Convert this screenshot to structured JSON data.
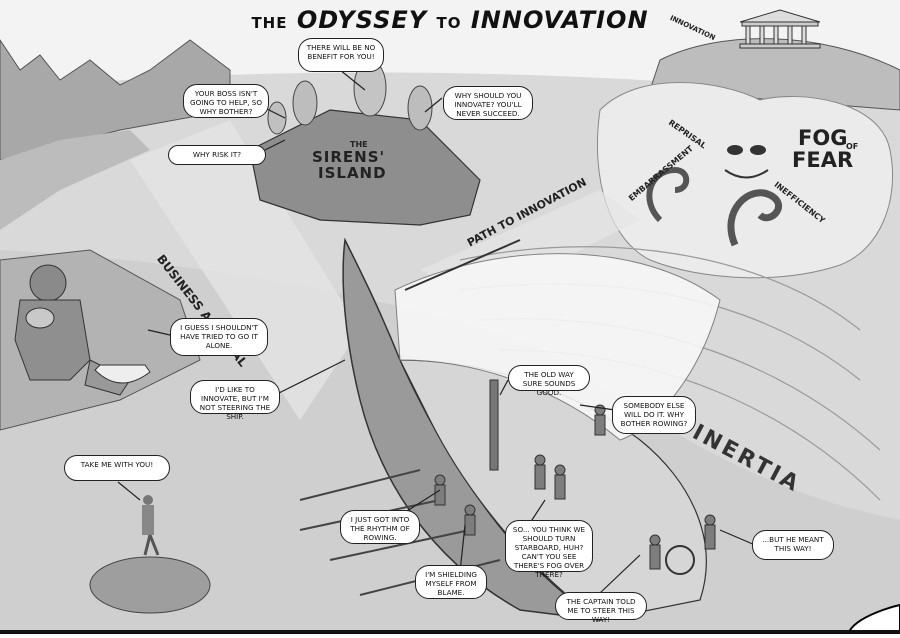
{
  "title": {
    "the": "THE",
    "odyssey": "ODYSSEY",
    "to": "TO",
    "innovation": "INNOVATION"
  },
  "labels": {
    "sirens_the": "THE",
    "sirens_name": "SIRENS'",
    "sirens_island": "ISLAND",
    "business_as_usual": "BUSINESS AS USUAL",
    "path_to_innovation": "PATH TO INNOVATION",
    "fog": "FOG",
    "of": "OF",
    "fear": "FEAR",
    "reprisal": "REPRISAL",
    "embarrassment": "EMBARRASSMENT",
    "inefficiency": "INEFFICIENCY",
    "innovation_temple": "INNOVATION",
    "inertia": "INERTIA"
  },
  "bubbles": {
    "no_benefit": "THERE WILL BE NO BENEFIT FOR YOU!",
    "boss": "YOUR BOSS ISN'T GOING TO HELP, SO WHY BOTHER?",
    "why_innovate": "WHY SHOULD YOU INNOVATE? YOU'LL NEVER SUCCEED.",
    "why_risk": "WHY RISK IT?",
    "go_alone": "I GUESS I SHOULDN'T HAVE TRIED TO GO IT ALONE.",
    "not_steering": "I'D LIKE TO INNOVATE, BUT I'M NOT STEERING THE SHIP.",
    "old_way": "THE OLD WAY SURE SOUNDS GOOD.",
    "somebody_else": "SOMEBODY ELSE WILL DO IT. WHY BOTHER ROWING?",
    "take_me": "TAKE ME WITH YOU!",
    "rhythm": "I JUST GOT INTO THE RHYTHM OF ROWING.",
    "starboard": "SO... YOU THINK WE SHOULD TURN STARBOARD, HUH? CAN'T YOU SEE THERE'S FOG OVER THERE?",
    "he_meant": "...BUT HE MEANT THIS WAY!",
    "shielding": "I'M SHIELDING MYSELF FROM BLAME.",
    "captain": "THE CAPTAIN TOLD ME TO STEER THIS WAY!"
  },
  "colors": {
    "ink": "#1a1a1a",
    "sea": "#d8d8d8",
    "sky": "#f2f2f2",
    "land": "#a9a9a9",
    "fog": "#e9e9e9"
  }
}
